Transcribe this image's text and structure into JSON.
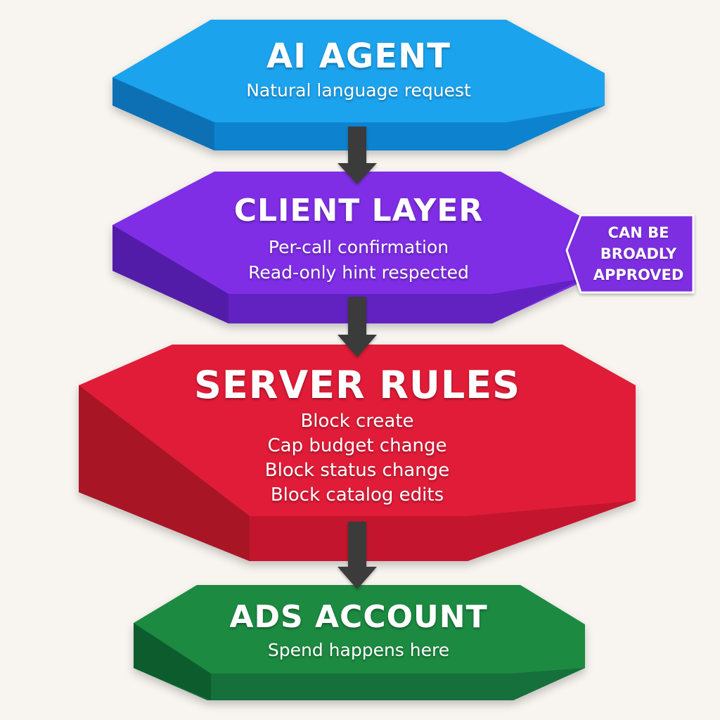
{
  "layers": [
    {
      "id": "agent",
      "title": "AI AGENT",
      "lines": [
        "Natural language request"
      ],
      "colors": {
        "top": "#1aa3ee",
        "side": "#0d83cf",
        "dark": "#0a6fb5"
      }
    },
    {
      "id": "client",
      "title": "CLIENT LAYER",
      "lines": [
        "Per-call confirmation",
        "Read-only hint respected"
      ],
      "colors": {
        "top": "#7f2ee6",
        "side": "#6220c2",
        "dark": "#531aa8"
      }
    },
    {
      "id": "server",
      "title": "SERVER RULES",
      "lines": [
        "Block create",
        "Cap budget change",
        "Block status change",
        "Block catalog edits"
      ],
      "colors": {
        "top": "#e01e37",
        "side": "#c3172d",
        "dark": "#a81226"
      }
    },
    {
      "id": "ads",
      "title": "ADS ACCOUNT",
      "lines": [
        "Spend happens here"
      ],
      "colors": {
        "top": "#1b8a3f",
        "side": "#14703a",
        "dark": "#0f5c2f"
      }
    }
  ],
  "callout": {
    "lines": [
      "CAN BE",
      "BROADLY",
      "APPROVED"
    ],
    "color": "#7d2ee0",
    "border": "#ffffff"
  },
  "arrow_color": "#3b3b3b",
  "background": "#f8f5f0"
}
